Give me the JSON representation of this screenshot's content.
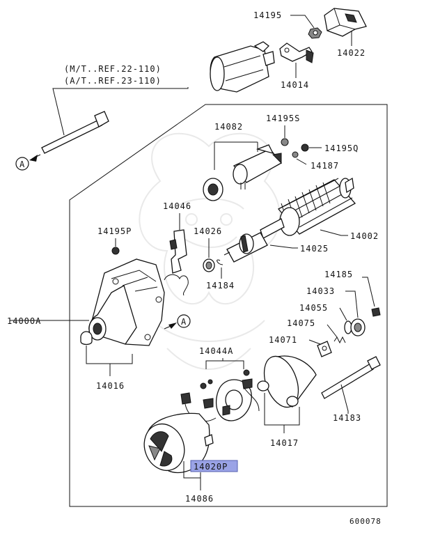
{
  "refs": {
    "mt": "(M/T..REF.22-110)",
    "at": "(A/T..REF.23-110)"
  },
  "callout": {
    "marker": "A"
  },
  "parts": {
    "p14195": "14195",
    "p14022": "14022",
    "p14014": "14014",
    "p14082": "14082",
    "p14195S": "14195S",
    "p14195Q": "14195Q",
    "p14187": "14187",
    "p14046": "14046",
    "p14026": "14026",
    "p14002": "14002",
    "p14195P": "14195P",
    "p14025": "14025",
    "p14184": "14184",
    "p14185": "14185",
    "p14033": "14033",
    "p14055": "14055",
    "p14075": "14075",
    "p14071": "14071",
    "p14000A": "14000A",
    "p14044A": "14044A",
    "p14016": "14016",
    "p14183": "14183",
    "p14017": "14017",
    "p14020P": "14020P",
    "p14086": "14086"
  },
  "highlight": {
    "selected_part": "14020P",
    "color": "#9aa3e6"
  },
  "catalog_number": "600078"
}
